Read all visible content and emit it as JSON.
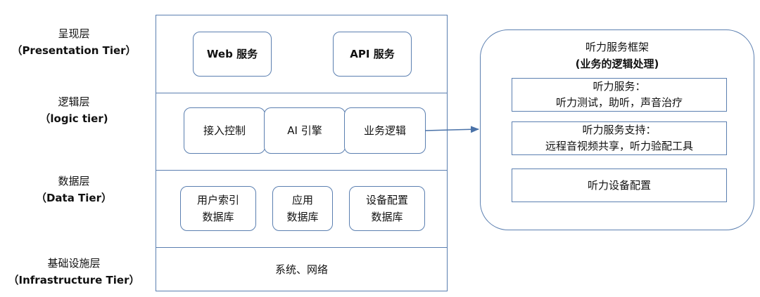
{
  "tiers": [
    {
      "name": "呈现层",
      "english": "（Presentation Tier）"
    },
    {
      "name": "逻辑层",
      "english": "（logic tier)"
    },
    {
      "name": "数据层",
      "english": "（Data Tier）"
    },
    {
      "name": "基础设施层",
      "english": "（Infrastructure Tier）"
    }
  ],
  "presentation": {
    "web": "Web 服务",
    "api": "API 服务"
  },
  "logic": {
    "access": "接入控制",
    "ai": "AI 引擎",
    "business": "业务逻辑"
  },
  "data": {
    "user_index": [
      "用户索引",
      "数据库"
    ],
    "app": [
      "应用",
      "数据库"
    ],
    "device_config": [
      "设备配置",
      "数据库"
    ]
  },
  "infrastructure": {
    "text": "系统、网络"
  },
  "framework": {
    "title": "听力服务框架",
    "subtitle": "(业务的逻辑处理)",
    "service": [
      "听力服务：",
      "听力测试，助听，声音治疗"
    ],
    "support": [
      "听力服务支持：",
      "远程音视频共享，听力验配工具"
    ],
    "device": "听力设备配置"
  }
}
